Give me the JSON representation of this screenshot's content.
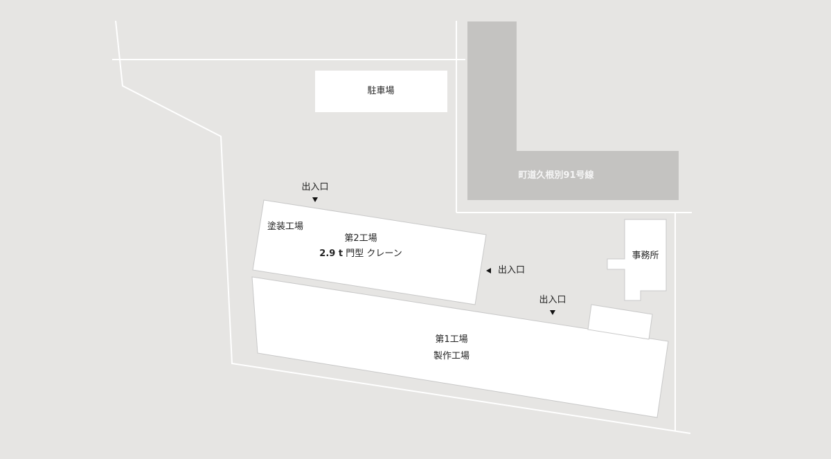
{
  "map": {
    "colors": {
      "background": "#e6e5e3",
      "road": "#c4c3c1",
      "building_fill": "#ffffff",
      "building_stroke": "#c8c8c8",
      "boundary_line": "#ffffff",
      "text": "#222222",
      "road_text": "#f5f5f5"
    },
    "parking": {
      "label": "駐車場"
    },
    "road": {
      "label": "町道久根別91号線"
    },
    "building2": {
      "label_paint": "塗装工場",
      "label_title": "第2工場",
      "label_crane_capacity": "2.9 t",
      "label_crane_type": "門型 クレーン"
    },
    "building1": {
      "label_title": "第1工場",
      "label_sub": "製作工場"
    },
    "office": {
      "label": "事務所"
    },
    "entrances": [
      {
        "label": "出入口",
        "direction": "down"
      },
      {
        "label": "出入口",
        "direction": "left"
      },
      {
        "label": "出入口",
        "direction": "down"
      }
    ]
  }
}
